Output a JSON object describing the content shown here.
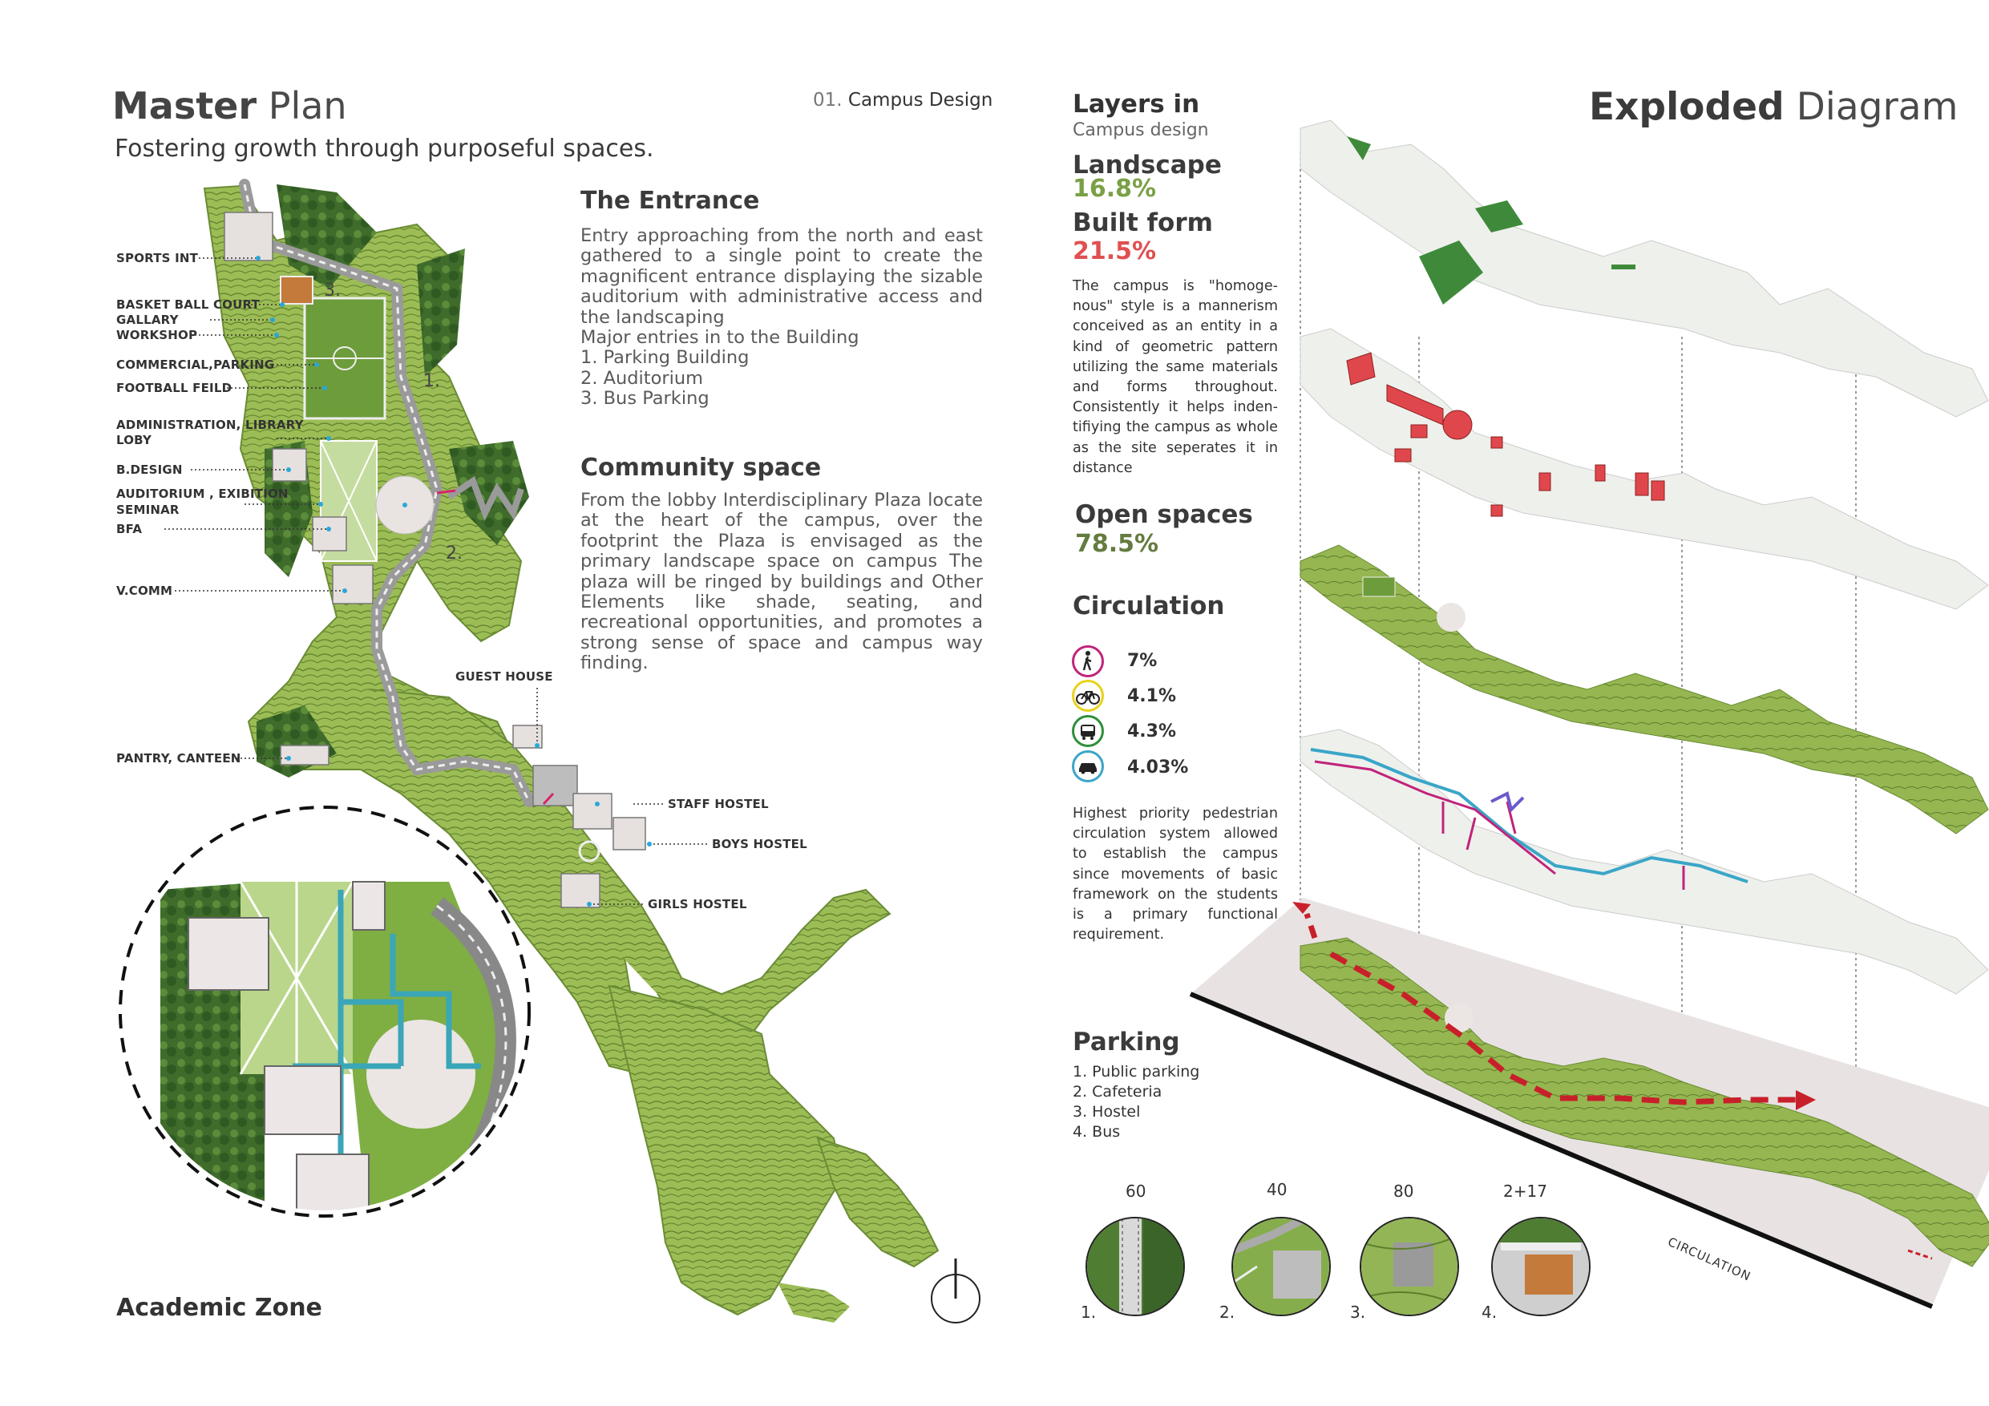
{
  "left_page": {
    "title_bold": "Master",
    "title_light": " Plan",
    "subtitle": "Fostering growth through purposeful spaces.",
    "section_num": "01.",
    "section_name": " Campus Design",
    "entrance": {
      "heading": "The Entrance",
      "body": "Entry approaching from the north and east gathered to a single point to create the magnificent entrance displaying the sizable auditorium with administrative access and the landscaping",
      "lines": [
        "Major entries in to the Building",
        "1. Parking Building",
        "2. Auditorium",
        "3. Bus Parking"
      ]
    },
    "community": {
      "heading": "Community space",
      "body": "From the lobby Interdisciplinary Plaza locate at the heart of the campus, over the footprint the Plaza is envisaged as the primary landscape space on campus The plaza will be ringed by buildings and Other Elements like shade, seating, and recreational opportunities, and promotes a strong sense of space and campus way finding."
    },
    "plan_labels": [
      {
        "text": "SPORTS INT"
      },
      {
        "text": "BASKET BALL COURT"
      },
      {
        "text": "GALLARY"
      },
      {
        "text": "WORKSHOP"
      },
      {
        "text": "COMMERCIAL,PARKING"
      },
      {
        "text": "FOOTBALL FEILD"
      },
      {
        "text": "ADMINISTRATION, LIBRARY"
      },
      {
        "text": "LOBY"
      },
      {
        "text": "B.DESIGN"
      },
      {
        "text": "AUDITORIUM , EXIBITION"
      },
      {
        "text": "SEMINAR"
      },
      {
        "text": "BFA"
      },
      {
        "text": "V.COMM"
      },
      {
        "text": "GUEST HOUSE"
      },
      {
        "text": "PANTRY, CANTEEN"
      },
      {
        "text": "STAFF HOSTEL"
      },
      {
        "text": "BOYS HOSTEL"
      },
      {
        "text": "GIRLS HOSTEL"
      }
    ],
    "entry_markers": [
      "1.",
      "2.",
      "3."
    ],
    "zone_label": "Academic Zone"
  },
  "right_page": {
    "title_bold": "Exploded",
    "title_light": " Diagram",
    "layers_title": "Layers in",
    "layers_sub": "Campus design",
    "landscape": {
      "label": "Landscape",
      "value": "16.8%"
    },
    "built_form": {
      "label": "Built form",
      "value": "21.5%"
    },
    "built_desc": "The campus is \"homoge-nous\" style is a mannerism conceived as an entity in a kind of geometric pattern utilizing the same materials and forms throughout. Consistently it helps inden-tifiying the campus as whole as the site seperates it in distance",
    "open_spaces": {
      "label": "Open spaces",
      "value": "78.5%"
    },
    "circulation": {
      "label": "Circulation",
      "items": [
        {
          "icon": "pedestrian-icon",
          "value": "7%",
          "color": "#c0247a"
        },
        {
          "icon": "bicycle-icon",
          "value": "4.1%",
          "color": "#e8d21a"
        },
        {
          "icon": "bus-icon",
          "value": "4.3%",
          "color": "#2f8f3a"
        },
        {
          "icon": "car-icon",
          "value": "4.03%",
          "color": "#3aa6c8"
        }
      ]
    },
    "circ_desc": "Highest priority pedestrian circulation system allowed to establish the campus since movements of basic framework on the students is a primary functional requirement.",
    "parking": {
      "label": "Parking",
      "items": [
        "1. Public parking",
        "2. Cafeteria",
        "3. Hostel",
        "4. Bus"
      ],
      "counts": [
        "60",
        "40",
        "80",
        "2+17"
      ],
      "indices": [
        "1.",
        "2.",
        "3.",
        "4."
      ]
    },
    "circulation_tag": "CIRCULATION"
  },
  "colors": {
    "green": "#7aa046",
    "red": "#e05050",
    "teal": "#3aa6b8",
    "magenta": "#c0247a",
    "base": "#e8e2e2"
  }
}
